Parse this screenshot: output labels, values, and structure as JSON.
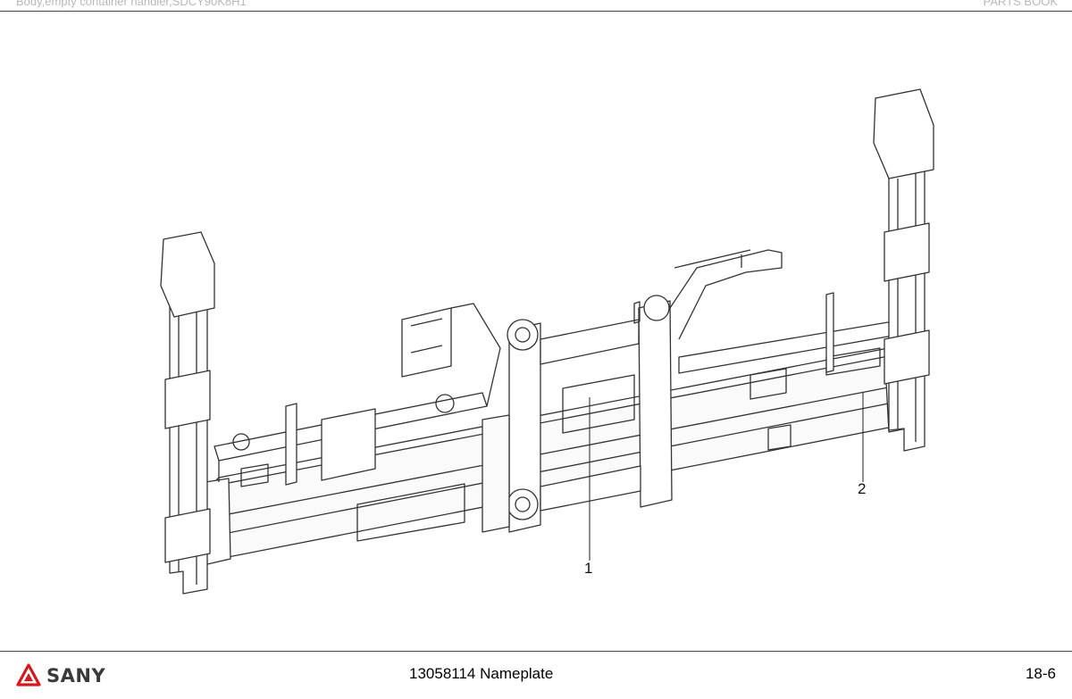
{
  "header": {
    "left": "Body,empty container handler,SDCY90K8H1",
    "right": "PARTS BOOK"
  },
  "callouts": [
    {
      "label": "1"
    },
    {
      "label": "2"
    }
  ],
  "footer": {
    "brand": "SANY",
    "title": "13058114 Nameplate",
    "page": "18-6"
  },
  "colors": {
    "brand_red": "#d7191f",
    "line": "#333333"
  }
}
